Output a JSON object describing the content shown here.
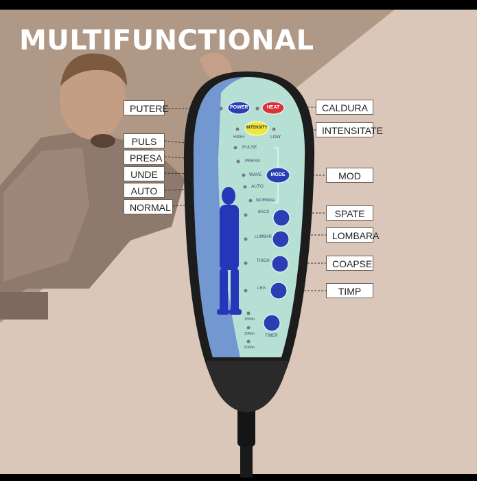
{
  "headline": "MULTIFUNCTIONAL",
  "left_callouts": {
    "power": "PUTERE",
    "pulse": "PULS",
    "press": "PRESA",
    "wave": "UNDE",
    "auto": "AUTO",
    "normal": "NORMAL"
  },
  "right_callouts": {
    "heat": "CALDURA",
    "intensity": "INTENSITATE",
    "mode": "MOD",
    "back": "SPATE",
    "lumbar": "LOMBARA",
    "thigh": "COAPSE",
    "leg": "TIMP"
  },
  "remote": {
    "power_btn": "POWER",
    "heat_btn": "HEAT",
    "intensity_btn": "INTENSITY",
    "high": "HIGH",
    "low": "LOW",
    "pulse": "PULSE",
    "press": "PRESS",
    "wave": "WAVE",
    "auto": "AUTO",
    "normal": "NORMAL",
    "mode_btn": "MODE",
    "back": "BACK",
    "lumbar": "LUMBAR",
    "thigh": "THIGH",
    "leg": "LEG",
    "t15": "15Min",
    "t30": "30Min",
    "t60": "60Min",
    "timer": "TIMER"
  },
  "colors": {
    "background": "#d9c6b8",
    "photo_overlay": "#b49c88",
    "remote_body": "#1c1c1c",
    "panel": "#b8e0d4",
    "blue_button": "#2a3fb4",
    "heat_button": "#d9343b",
    "intensity_button": "#f2e63a"
  }
}
